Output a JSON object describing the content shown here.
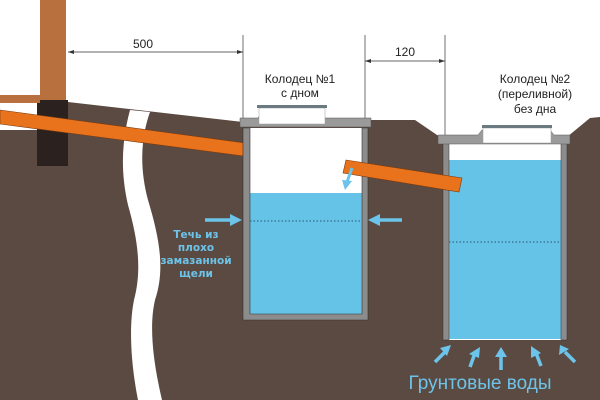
{
  "dimensions": {
    "post_to_well1": "500",
    "well1_to_well2": "120"
  },
  "well1": {
    "title": "Колодец №1",
    "subtitle": "с дном"
  },
  "well2": {
    "title": "Колодец №2",
    "subtitle": "(переливной)",
    "subtitle2": "без дна"
  },
  "leak_label": [
    "Течь из",
    "плохо",
    "замазанной",
    "щели"
  ],
  "groundwater_label": "Грунтовые воды",
  "colors": {
    "ground": "#5b4a41",
    "water": "#66c3e8",
    "pipe": "#e8731c",
    "wall": "#8c8c8c",
    "post": "#b8703f",
    "arrow": "#6cc4ea"
  }
}
